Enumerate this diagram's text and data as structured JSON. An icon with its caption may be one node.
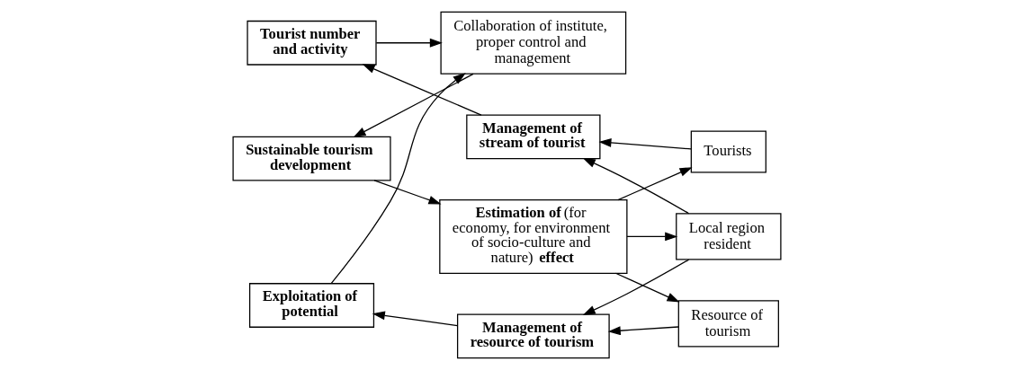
{
  "diagram": {
    "nodes": [
      {
        "text": [
          "Tourist number and activity"
        ]
      },
      {
        "text": [
          "Management of stream of tourist"
        ]
      },
      {
        "text": [
          "Collaboration of institute, proper control and management"
        ]
      },
      {
        "text": [
          "Sustainable tourism development"
        ]
      },
      {
        "text": [
          "**Estimation of** (for economy, for environment of socio-culture and nature) **effect**"
        ]
      },
      {
        "text": [
          "Tourists"
        ]
      },
      {
        "text": [
          "Local region resident"
        ]
      },
      {
        "text": [
          "Resource of tourism"
        ]
      },
      {
        "text": [
          "Exploitation of potential"
        ]
      },
      {
        "text": [
          "Management of resource of tourism"
        ]
      }
    ],
    "edges": [
      {
        "from": 1,
        "to": 0,
        "arrow": "to"
      },
      {
        "from": 0,
        "to": 2,
        "arrow": "to"
      },
      {
        "from": 2,
        "to": 3,
        "arrow": "to"
      },
      {
        "from": 3,
        "to": 4,
        "arrow": "to"
      },
      {
        "from": 4,
        "to": 5,
        "arrow": "to"
      },
      {
        "from": 4,
        "to": 6,
        "arrow": "to"
      },
      {
        "from": 4,
        "to": 7,
        "arrow": "to"
      },
      {
        "from": 5,
        "to": 1,
        "arrow": "to"
      },
      {
        "from": 6,
        "to": 1,
        "arrow": "to"
      },
      {
        "from": 6,
        "to": 9,
        "arrow": "to"
      },
      {
        "from": 7,
        "to": 9,
        "arrow": "to"
      },
      {
        "from": 9,
        "to": 8,
        "arrow": "to"
      },
      {
        "from": 8,
        "to": 2,
        "arrow": "to"
      }
    ]
  }
}
